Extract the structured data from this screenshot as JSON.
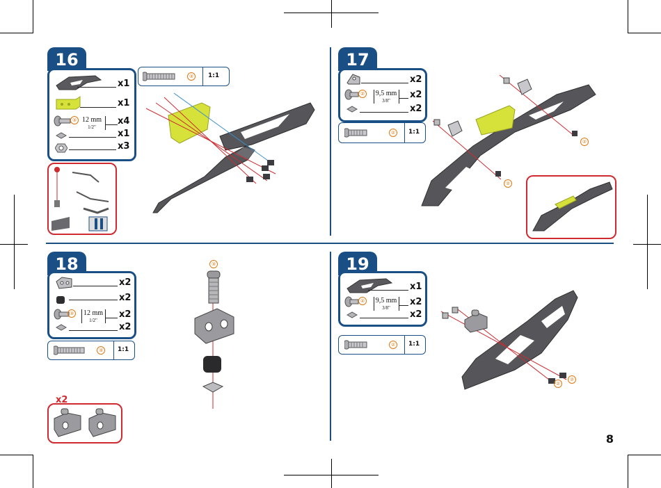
{
  "page_number": "8",
  "steps": [
    {
      "number": "16",
      "parts": [
        {
          "icon": "plate-icon",
          "qty": "x1"
        },
        {
          "icon": "yellow-block-icon",
          "qty": "x1"
        },
        {
          "icon": "bolt-icon",
          "qty": "x4",
          "length_mm": "12 mm",
          "length_in": "1/2\""
        },
        {
          "icon": "square-nut-icon",
          "qty": "x1"
        },
        {
          "icon": "hex-nut-icon",
          "qty": "x3"
        }
      ],
      "scale": "1:1",
      "bolt_callout": "③"
    },
    {
      "number": "17",
      "parts": [
        {
          "icon": "bracket-icon",
          "qty": "x2"
        },
        {
          "icon": "bolt-icon",
          "qty": "x2",
          "length_mm": "9,5 mm",
          "length_in": "3/8\""
        },
        {
          "icon": "square-nut-icon",
          "qty": "x2"
        }
      ],
      "scale": "1:1",
      "bolt_callout": "②"
    },
    {
      "number": "18",
      "parts": [
        {
          "icon": "bracket-icon",
          "qty": "x2"
        },
        {
          "icon": "spacer-icon",
          "qty": "x2"
        },
        {
          "icon": "bolt-icon",
          "qty": "x2",
          "length_mm": "12 mm",
          "length_in": "1/2\""
        },
        {
          "icon": "square-nut-icon",
          "qty": "x2"
        }
      ],
      "scale": "1:1",
      "bolt_callout": "③",
      "inset_qty": "x2"
    },
    {
      "number": "19",
      "parts": [
        {
          "icon": "plate-icon",
          "qty": "x1"
        },
        {
          "icon": "bolt-icon",
          "qty": "x2",
          "length_mm": "9,5 mm",
          "length_in": "3/8\""
        },
        {
          "icon": "square-nut-icon",
          "qty": "x2"
        }
      ],
      "scale": "1:1",
      "bolt_callout": "②"
    }
  ],
  "colors": {
    "brand_blue": "#1a4f86",
    "accent_red": "#cf2a2f",
    "callout_orange": "#e07a12",
    "part_yellow": "#d6e23a",
    "part_grey": "#5a5a5e"
  }
}
